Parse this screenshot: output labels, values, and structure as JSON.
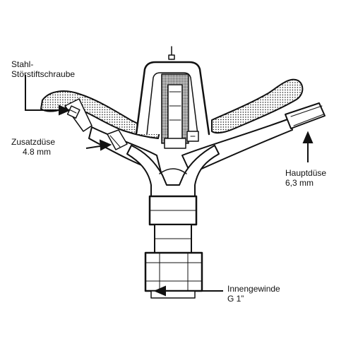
{
  "labels": {
    "stahl_l1": "Stahl-",
    "stahl_l2": "Störstiftschraube",
    "zusatz_l1": "Zusatzdüse",
    "zusatz_l2": "4.8 mm",
    "haupt_l1": "Hauptdüse",
    "haupt_l2": "6,3 mm",
    "innen_l1": "Innengewinde",
    "innen_l2": "G 1”"
  },
  "colors": {
    "line": "#111111",
    "background": "#ffffff",
    "dots": "#222222"
  }
}
